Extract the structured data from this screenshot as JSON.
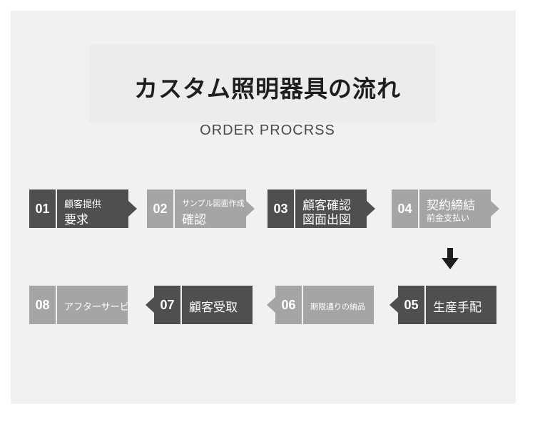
{
  "title": "カスタム照明器具の流れ",
  "subtitle": "ORDER PROCRSS",
  "steps": [
    {
      "num": "01",
      "line1": "顧客提供",
      "line2": "要求"
    },
    {
      "num": "02",
      "line1": "サンプル図面作成",
      "line2": "確認"
    },
    {
      "num": "03",
      "line1": "顧客確認",
      "line2": "図面出図"
    },
    {
      "num": "04",
      "line1": "契約締結",
      "line2": "前金支払い"
    },
    {
      "num": "05",
      "line1": "生産手配"
    },
    {
      "num": "06",
      "line1": "期限通りの納品"
    },
    {
      "num": "07",
      "line1": "顧客受取"
    },
    {
      "num": "08",
      "line1": "アフターサービス"
    }
  ],
  "colors": {
    "dark": "#4f4f4f",
    "light": "#a5a5a5",
    "background": "#f1f1f1"
  },
  "icons": [
    "arrow-down-icon"
  ]
}
